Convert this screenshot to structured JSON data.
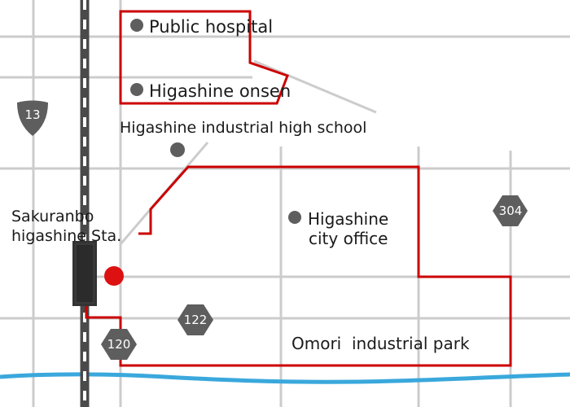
{
  "map": {
    "background": "#ffffff",
    "colors": {
      "road": "#cccccc",
      "railway_outer": "#4a4a4a",
      "railway_dash": "#ffffff",
      "route": "#cc0000",
      "river": "#3aa8dc",
      "poi_dot": "#5e5e5e",
      "station_marker": "#dd1111",
      "station_building": "#333333",
      "shield_fill": "#5e5e5e"
    }
  },
  "labels": {
    "public_hospital": "Public hospital",
    "higashine_onsen": "Higashine onsen",
    "industrial_high_school": "Higashine industrial high school",
    "station_line1": "Sakuranbo",
    "station_line2": "higashine Sta.",
    "city_office_line1": "Higashine",
    "city_office_line2": "city office",
    "industrial_park": "Omori  industrial park"
  },
  "route_shields": {
    "r13": "13",
    "r304": "304",
    "r122": "122",
    "r120": "120"
  }
}
